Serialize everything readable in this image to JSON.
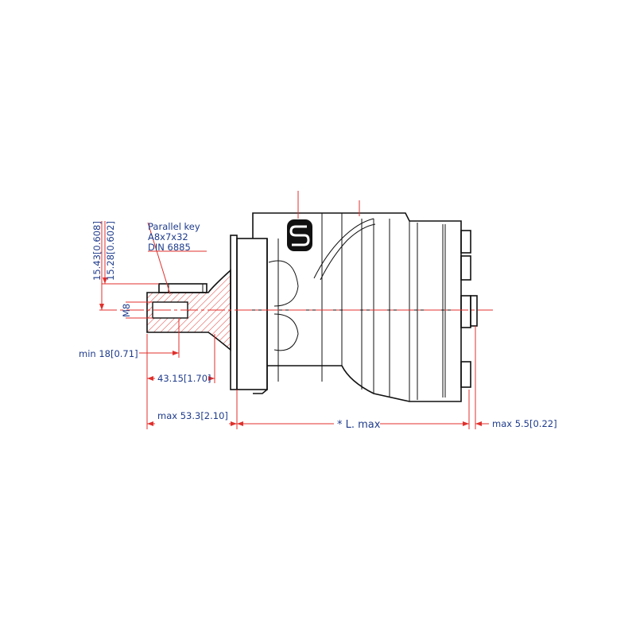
{
  "drawing": {
    "labels": {
      "key_line1": "Parallel  key",
      "key_line2": "A8x7x32",
      "key_line3": "DIN  6885",
      "dim_15_43": "15.43[0.608]",
      "dim_15_28": "15.28[0.602]",
      "thread": "M8",
      "min_18": "min  18[0.71]",
      "dim_43_15": "43.15[1.70]",
      "max_53_3": "max  53.3[2.10]",
      "l_max": "* L. max",
      "max_5_5": "max  5.5[0.22]"
    },
    "logo": "S",
    "colors": {
      "dimension": "#e0302c",
      "text": "#1f3c8c",
      "outline": "#111111"
    }
  }
}
